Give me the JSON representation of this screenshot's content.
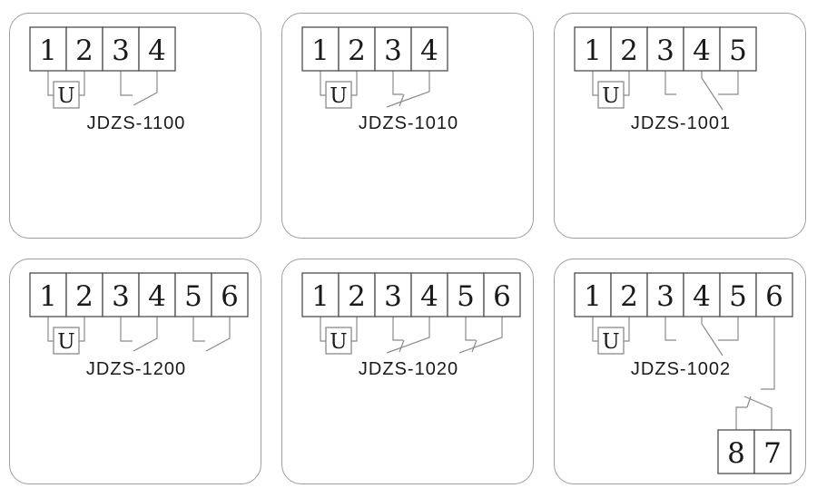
{
  "panels": [
    {
      "model": "JDZS-1100",
      "coil_label": "U",
      "terminals": [
        "1",
        "2",
        "3",
        "4"
      ]
    },
    {
      "model": "JDZS-1010",
      "coil_label": "U",
      "terminals": [
        "1",
        "2",
        "3",
        "4"
      ]
    },
    {
      "model": "JDZS-1001",
      "coil_label": "U",
      "terminals": [
        "1",
        "2",
        "3",
        "4",
        "5"
      ]
    },
    {
      "model": "JDZS-1200",
      "coil_label": "U",
      "terminals": [
        "1",
        "2",
        "3",
        "4",
        "5",
        "6"
      ]
    },
    {
      "model": "JDZS-1020",
      "coil_label": "U",
      "terminals": [
        "1",
        "2",
        "3",
        "4",
        "5",
        "6"
      ]
    },
    {
      "model": "JDZS-1002",
      "coil_label": "U",
      "terminals": [
        "1",
        "2",
        "3",
        "4",
        "5",
        "6"
      ],
      "aux_terminals": [
        "8",
        "7"
      ]
    }
  ],
  "colors": {
    "wire": "#8a8a8a",
    "terminal_border": "#4d4d4d",
    "panel_border": "#9e9e9e",
    "text": "#1a1a1a",
    "background": "#ffffff"
  }
}
